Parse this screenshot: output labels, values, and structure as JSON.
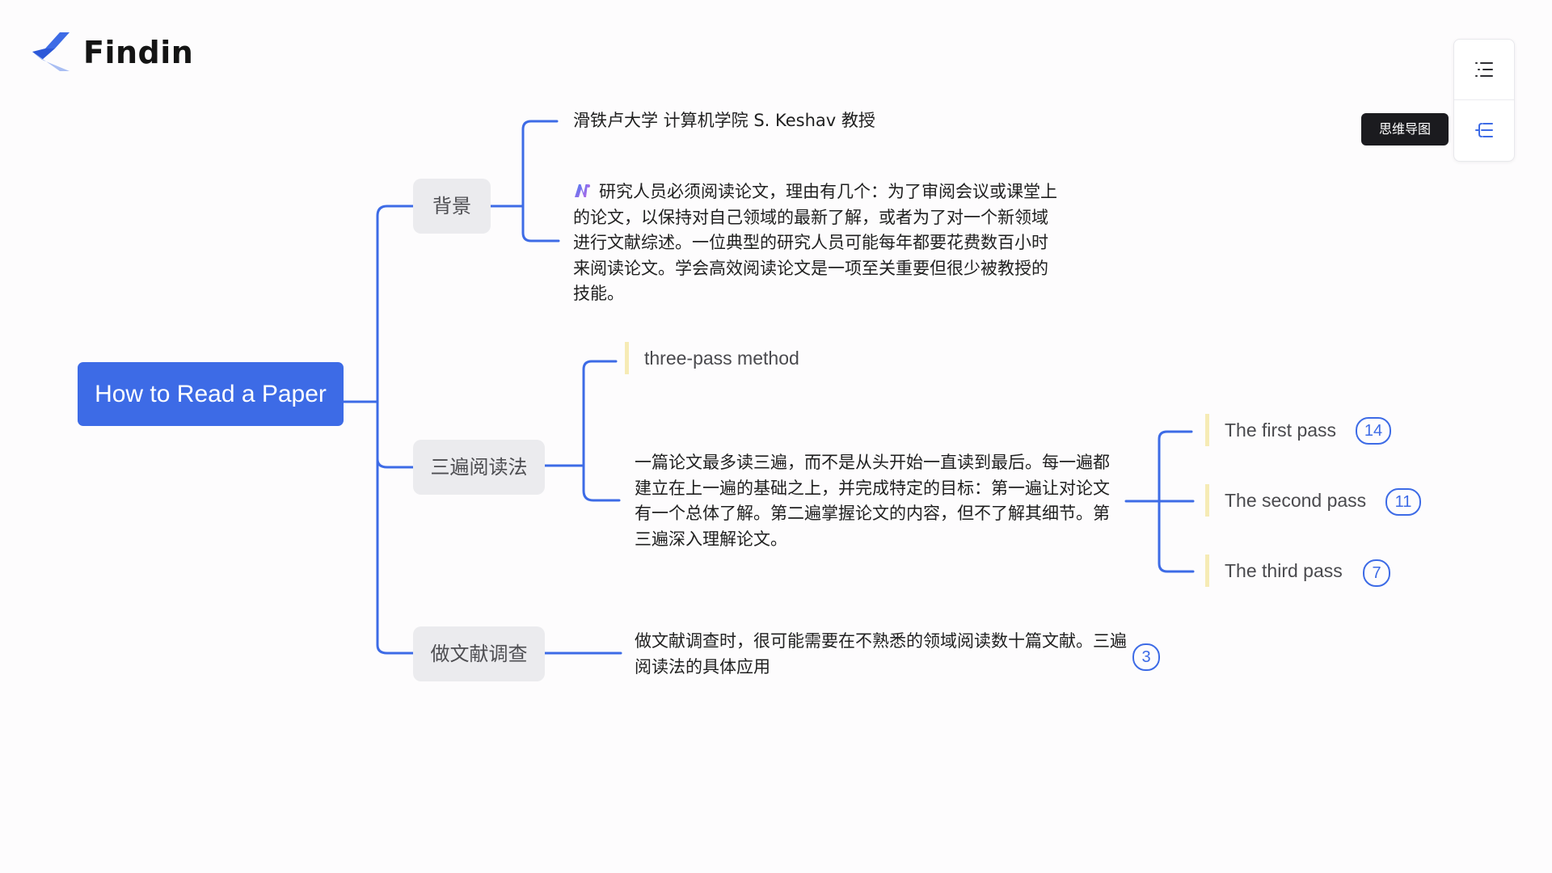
{
  "app": {
    "brand_name": "Findin",
    "logo_icon": "findin-chevron-logo",
    "accent_color": "#3d6be6"
  },
  "mindmap": {
    "root": {
      "label": "How to Read a Paper"
    },
    "branches": [
      {
        "label": "背景",
        "children": [
          {
            "text": "滑铁卢大学 计算机学院 S. Keshav 教授"
          },
          {
            "icon": "ai-sparkle-icon",
            "text": "研究人员必须阅读论文，理由有几个：为了审阅会议或课堂上的论文，以保持对自己领域的最新了解，或者为了对一个新领域进行文献综述。一位典型的研究人员可能每年都要花费数百小时来阅读论文。学会高效阅读论文是一项至关重要但很少被教授的技能。"
          }
        ]
      },
      {
        "label": "三遍阅读法",
        "children": [
          {
            "text": "three-pass method"
          },
          {
            "text": "一篇论文最多读三遍，而不是从头开始一直读到最后。每一遍都建立在上一遍的基础之上，并完成特定的目标：第一遍让对论文有一个总体了解。第二遍掌握论文的内容，但不了解其细节。第三遍深入理解论文。",
            "children": [
              {
                "text": "The first pass",
                "count": "14"
              },
              {
                "text": "The second pass",
                "count": "11"
              },
              {
                "text": "The third pass",
                "count": "7"
              }
            ]
          }
        ]
      },
      {
        "label": "做文献调查",
        "children": [
          {
            "text": "做文献调查时，很可能需要在不熟悉的领域阅读数十篇文献。三遍阅读法的具体应用",
            "count": "3"
          }
        ]
      }
    ]
  },
  "toolbar": {
    "outline_icon": "outline-list-icon",
    "mindmap_icon": "mindmap-icon",
    "tooltip": "思维导图"
  },
  "colors": {
    "connector": "#3d6be6",
    "branch_bg": "#ebebee",
    "highlight_bar": "#f6ebb5"
  }
}
